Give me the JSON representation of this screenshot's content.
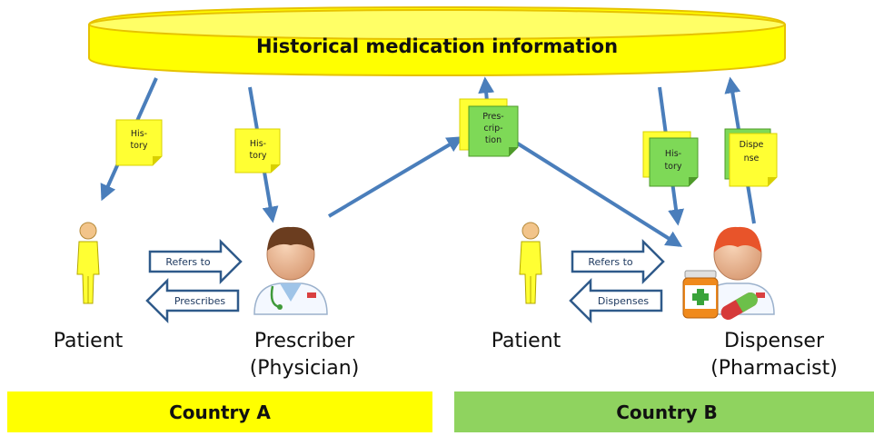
{
  "database": {
    "title": "Historical medication information"
  },
  "notes": {
    "history_a_patient": [
      "His-",
      "tory"
    ],
    "history_a_prescriber": [
      "His-",
      "tory"
    ],
    "prescription": [
      "Pres-",
      "crip-",
      "tion"
    ],
    "history_b_dispenser": [
      "His-",
      "tory"
    ],
    "dispense": [
      "Dispe",
      "nse"
    ]
  },
  "country_a": {
    "label": "Country A",
    "color": "#ffff00",
    "patient_label": "Patient",
    "prescriber_label_line1": "Prescriber",
    "prescriber_label_line2": "(Physician)",
    "refers_to": "Refers to",
    "prescribes": "Prescribes"
  },
  "country_b": {
    "label": "Country B",
    "color": "#8fd35f",
    "patient_label": "Patient",
    "dispenser_label_line1": "Dispenser",
    "dispenser_label_line2": "(Pharmacist)",
    "refers_to": "Refers to",
    "dispenses": "Dispenses"
  },
  "colors": {
    "database_fill": "#ffff00",
    "database_stroke": "#e6c200",
    "flow_arrow": "#4a7ebb",
    "note_yellow": "#ffff33",
    "note_green": "#7ed957",
    "patient_suit": "#ffff33",
    "button_border": "#2f5a8a"
  },
  "icons": [
    "patient-icon",
    "physician-icon",
    "pharmacist-icon",
    "pill-bottle-icon",
    "capsule-icon"
  ]
}
